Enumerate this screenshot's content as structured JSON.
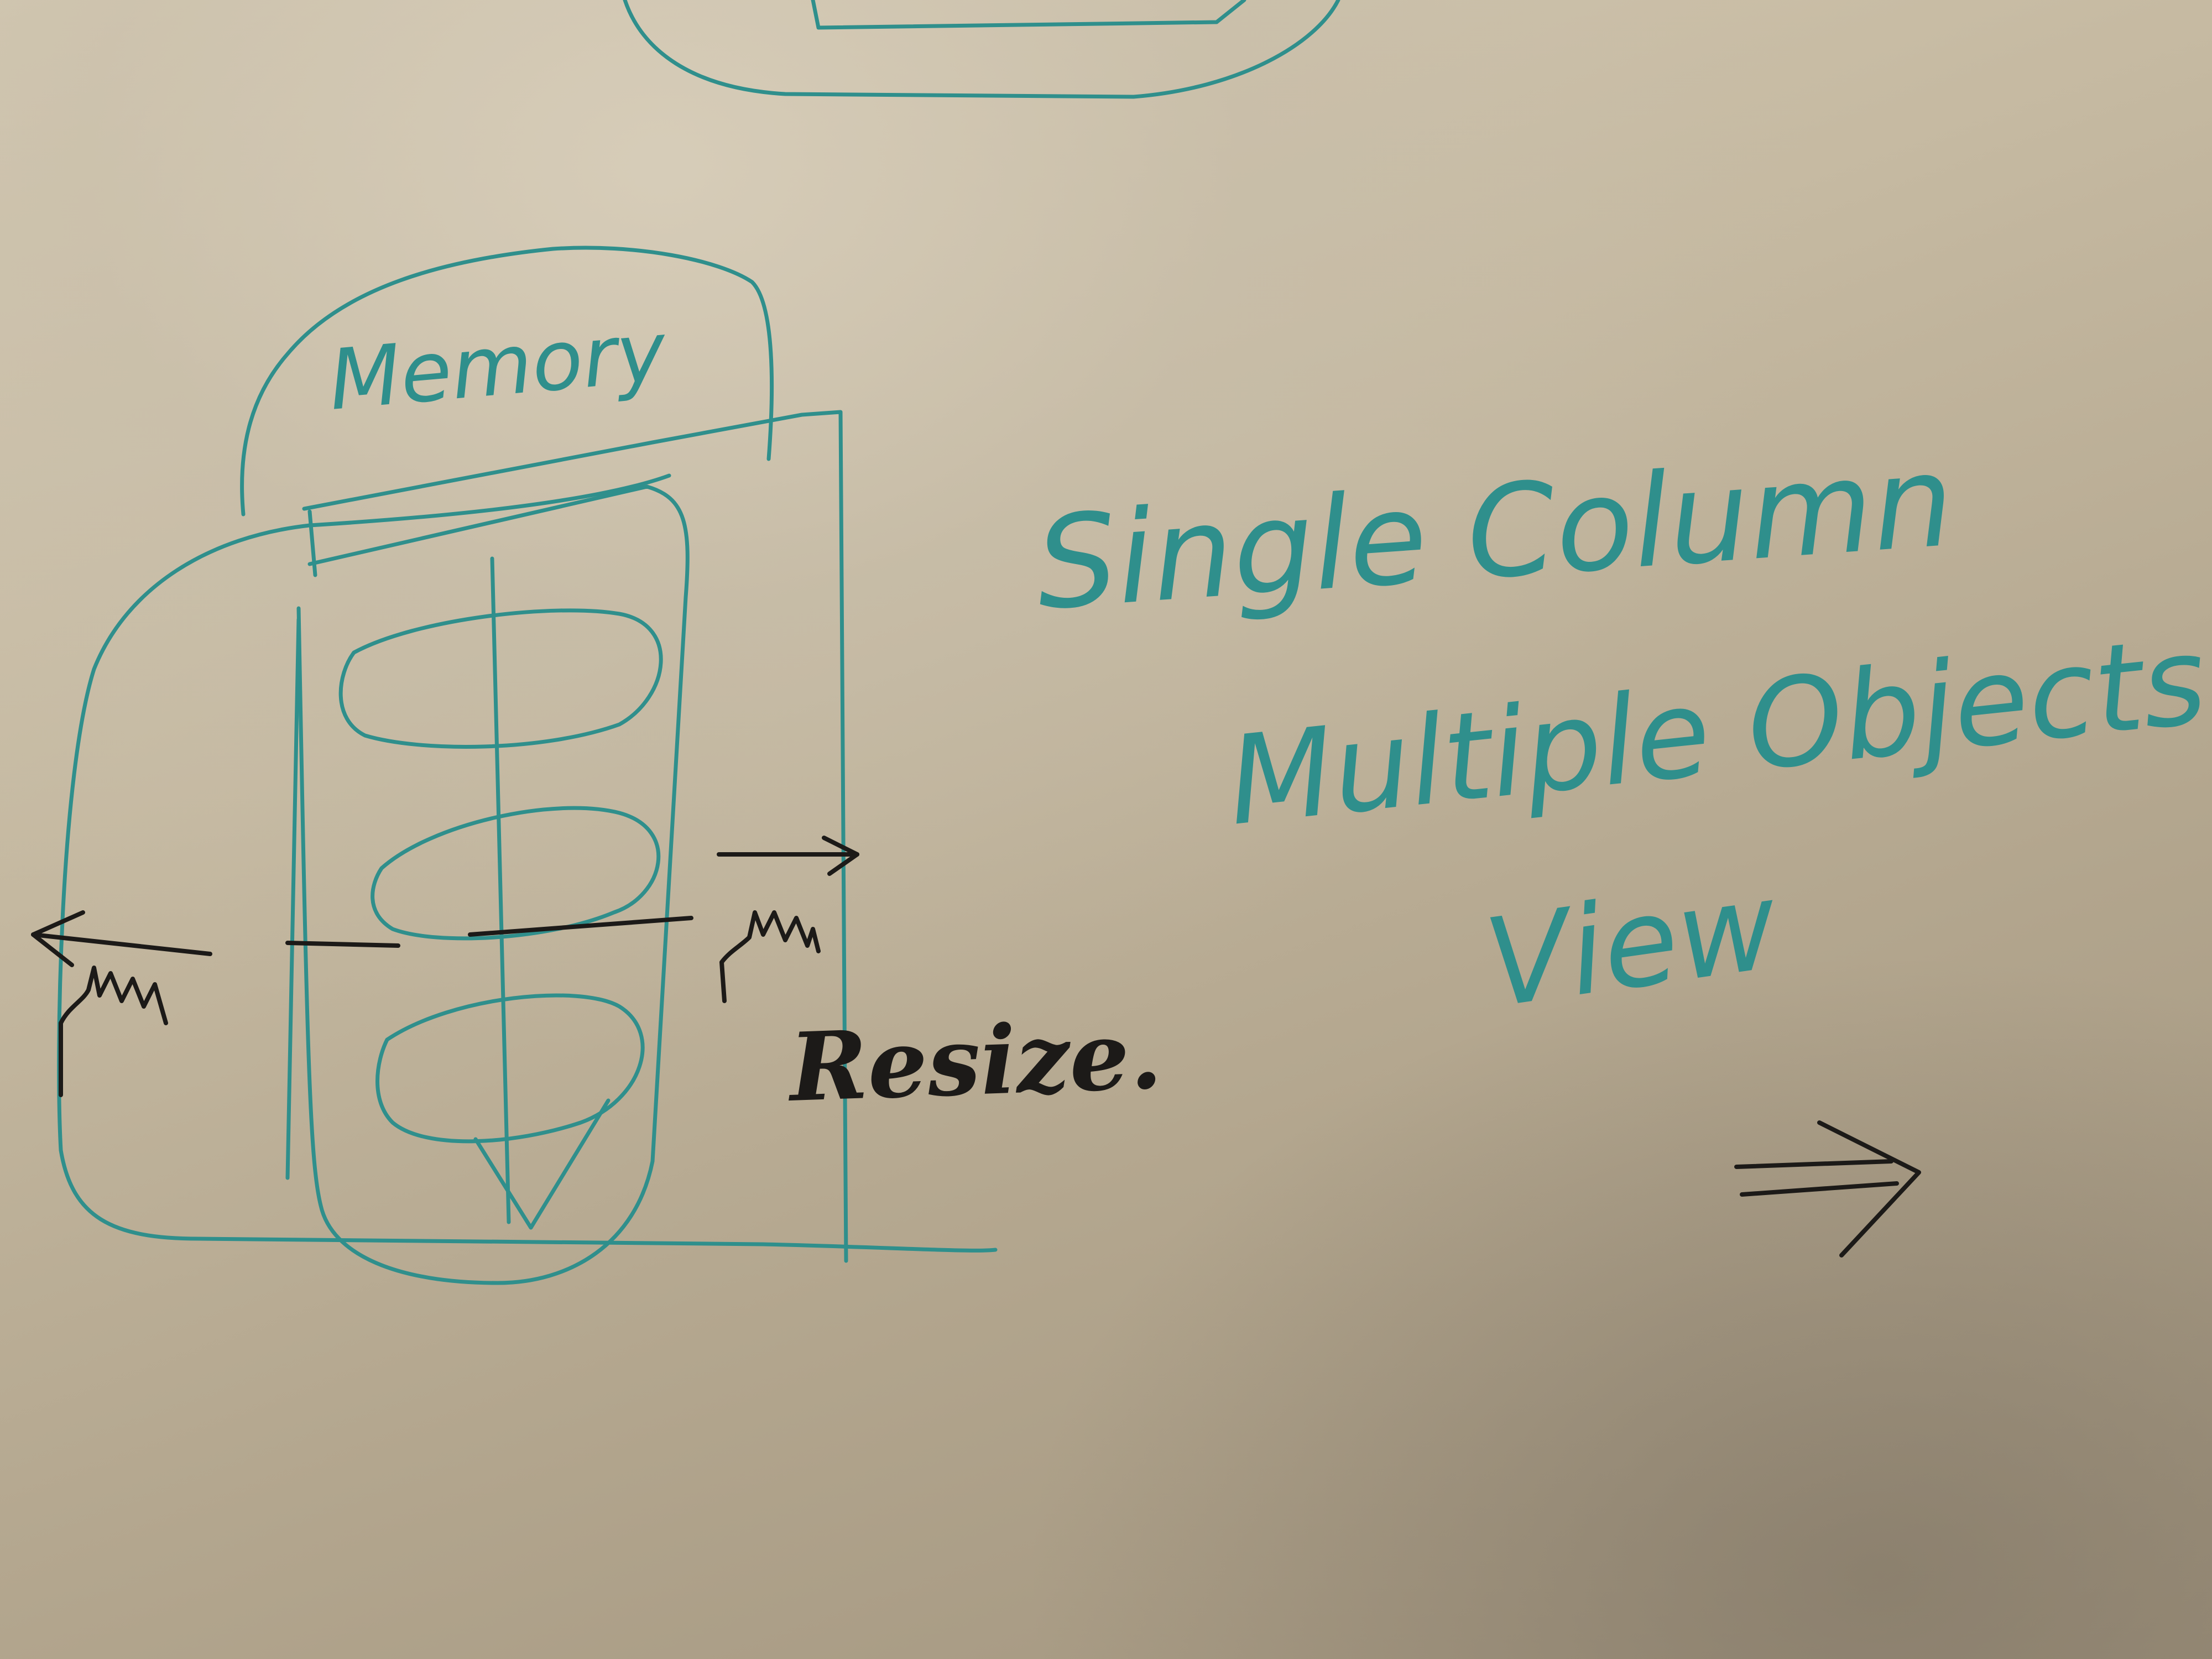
{
  "labels": {
    "memory": "Memory",
    "resize": "Resize.",
    "line1": "Single Column",
    "line2": "Multiple Objects",
    "line3": "View"
  },
  "icons": {
    "next_arrow": "double-arrow-right-icon",
    "resize_arrows": "resize-arrow-icon",
    "hand": "hand-cursor-icon"
  },
  "colors": {
    "marker_teal": "#2f8f8c",
    "marker_black": "#1c1a18",
    "paper": "#c9bea8"
  }
}
